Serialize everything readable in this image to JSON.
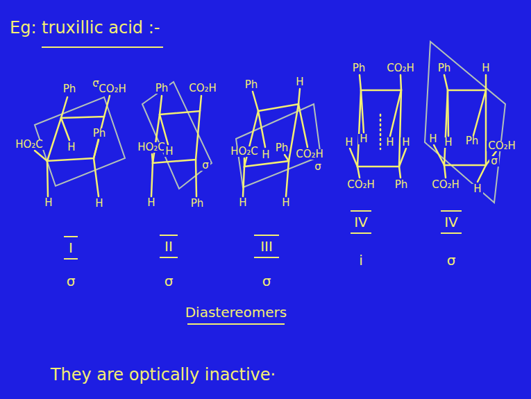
{
  "diagram": {
    "title": "Eg: truxillic acid :-",
    "labels": [
      "Ph",
      "σ",
      "CO₂H",
      "HO₂C",
      "H",
      "Ph",
      "H",
      "H",
      "Ph",
      "CO₂H",
      "HO₂C",
      "H",
      "σ",
      "H",
      "Ph",
      "Ph",
      "H",
      "HO₂C",
      "H",
      "Ph",
      "CO₂H",
      "σ",
      "H",
      "H",
      "Ph",
      "CO₂H",
      "H",
      "H",
      "H",
      "H",
      "CO₂H",
      "Ph",
      "Ph",
      "H",
      "H",
      "H",
      "Ph",
      "CO₂H",
      "σ",
      "CO₂H",
      "H",
      "I",
      "σ",
      "II",
      "σ",
      "III",
      "σ",
      "IV",
      "i",
      "IV",
      "σ",
      "Diastereomers",
      "They are optically inactive·"
    ]
  }
}
